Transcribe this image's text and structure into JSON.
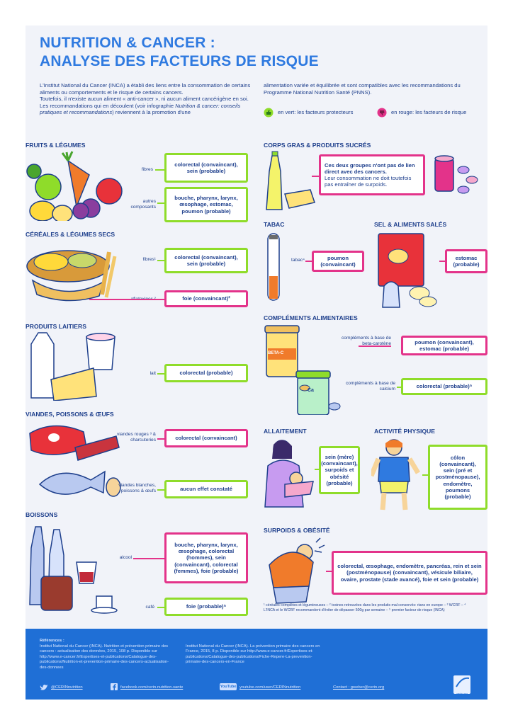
{
  "header": {
    "title_line1": "NUTRITION & CANCER :",
    "title_line2": "ANALYSE DES FACTEURS DE RISQUE",
    "intro_left_1": "L'Institut National du Cancer (INCA) a établi des liens entre la consommation de certains aliments ou comportements et le risque de certains cancers.",
    "intro_left_2": "Toutefois, il n'existe aucun aliment « anti-cancer », ni aucun aliment cancérigène en soi. Les recommandations qui en découlent (voir infographie",
    "intro_left_italic": "Nutrition & cancer: conseils pratiques et recommandations",
    "intro_left_3": ") reviennent à la promotion d'une",
    "intro_right": "alimentation variée et équilibrée et sont compatibles avec les recommandations du Programme National Nutrition Santé (PNNS).",
    "legend_green": "en vert: les facteurs protecteurs",
    "legend_red": "en rouge: les facteurs de risque"
  },
  "left": {
    "fruits": {
      "title": "FRUITS & LÉGUMES",
      "l1": "fibres",
      "b1": "colorectal (convaincant), sein (probable)",
      "l2": "autres composants",
      "b2": "bouche, pharynx, larynx, œsophage, estomac, poumon (probable)"
    },
    "cereales": {
      "title": "CÉRÉALES & LÉGUMES SECS",
      "l1": "fibres¹",
      "b1": "colorectal (convaincant), sein (probable)",
      "l2": "aflatoxines ²",
      "b2": "foie (convaincant)²"
    },
    "laitiers": {
      "title": "PRODUITS LAITIERS",
      "l1": "lait",
      "b1": "colorectal (probable)"
    },
    "viandes": {
      "title": "VIANDES, POISSONS & ŒUFS",
      "l1": "viandes rouges ³ & charcuteries",
      "b1": "colorectal (convaincant)",
      "l2": "viandes blanches, poissons & œufs",
      "b2": "aucun effet constaté"
    },
    "boissons": {
      "title": "BOISSONS",
      "l1": "alcool",
      "b1": "bouche, pharynx, larynx, œsophage, colorectal (hommes), sein (convaincant), colorectal (femmes), foie (probable)",
      "l2": "café",
      "b2": "foie (probable)⁵"
    }
  },
  "right": {
    "corps": {
      "title": "CORPS GRAS & PRODUITS SUCRÉS",
      "b1_bold": "Ces deux groupes n'ont pas de lien direct avec des cancers.",
      "b1_rest": "Leur consommation ne doit toutefois pas entraîner de surpoids."
    },
    "tabac": {
      "title": "TABAC",
      "l1": "tabac⁴",
      "b1": "poumon (convaincant)"
    },
    "sel": {
      "title": "SEL & ALIMENTS SALÉS",
      "b1": "estomac (probable)"
    },
    "complements": {
      "title": "COMPLÉMENTS ALIMENTAIRES",
      "l1": "compléments à base de beta-carotène",
      "b1": "poumon (convaincant), estomac (probable)",
      "l2": "compléments à base de calcium",
      "b2": "colorectal (probable)⁵",
      "jar1": "BETA-C",
      "jar2": "Ca"
    },
    "allaitement": {
      "title": "ALLAITEMENT",
      "b1": "sein (mère) (convaincant), surpoids et obésité (probable)"
    },
    "activite": {
      "title": "ACTIVITÉ PHYSIQUE",
      "b1": "côlon (convaincant), sein (pré et postménopause), endomètre, poumons (probable)"
    },
    "surpoids": {
      "title": "SURPOIDS & OBÉSITÉ",
      "b1": "colorectal, œsophage, endomètre, pancréas, rein et sein (postménopause) (convaincant), vésicule biliaire, ovaire, prostate (stade avancé), foie et sein (probable)"
    },
    "footnote": "¹ céréales complètes et légumineuses – ² toxines retrouvées dans les produits mal conservés: rians en europe – ³ WCRF – ⁴ L'INCA et le WCRF recommandent d'éviter de dépasser 500g par semaine – ⁵ premier facteur de risque (INCA)"
  },
  "footer": {
    "refs_title": "Références :",
    "ref1": "Institut National du Cancer (INCA). Nutrition et prévention primaire des cancers : actualisation des données, 2015, 108 p. Disponible sur http://www.e-cancer.fr/Expertises-et-publications/Catalogue-des-publications/Nutrition-et-prevention-primaire-des-cancers-actualisation-des-donnees",
    "ref2": "Institut National du Cancer (INCA). La prévention primaire des cancers en France, 2015, 8 p. Disponible sur http://www.e-cancer.fr/Expertises-et-publications/Catalogue-des-publications/Fiche-Repere-La-prevention-primaire-des-cancers-en-France",
    "twitter": "@CERINnutrition",
    "facebook": "facebook.com/cerin.nutrition.sante",
    "youtube": "youtube.com/user/CERINnutrition",
    "youtube_logo": "YouTube",
    "contact": "Contact : gweber@cerin.org",
    "logo": "cerin.org"
  },
  "colors": {
    "green": "#8fdc2a",
    "pink": "#e3338a",
    "blue": "#1f6fd6",
    "title": "#2f7ae0"
  }
}
